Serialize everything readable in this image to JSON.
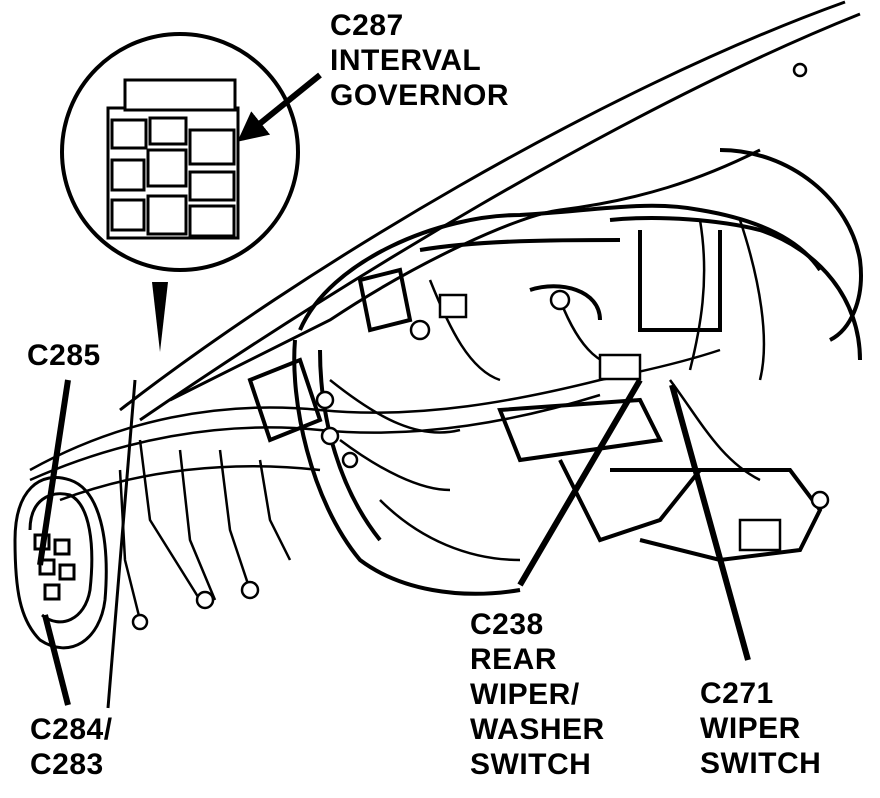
{
  "labels": {
    "c287": {
      "id": "C287",
      "line2": "INTERVAL",
      "line3": "GOVERNOR"
    },
    "c285": {
      "id": "C285"
    },
    "c238": {
      "id": "C238",
      "line2": "REAR",
      "line3": "WIPER/",
      "line4": "WASHER",
      "line5": "SWITCH"
    },
    "c271": {
      "id": "C271",
      "line2": "WIPER",
      "line3": "SWITCH"
    },
    "c284": {
      "line1": "C284/",
      "line2": "C283"
    }
  },
  "colors": {
    "ink": "#000000",
    "paper": "#ffffff"
  }
}
